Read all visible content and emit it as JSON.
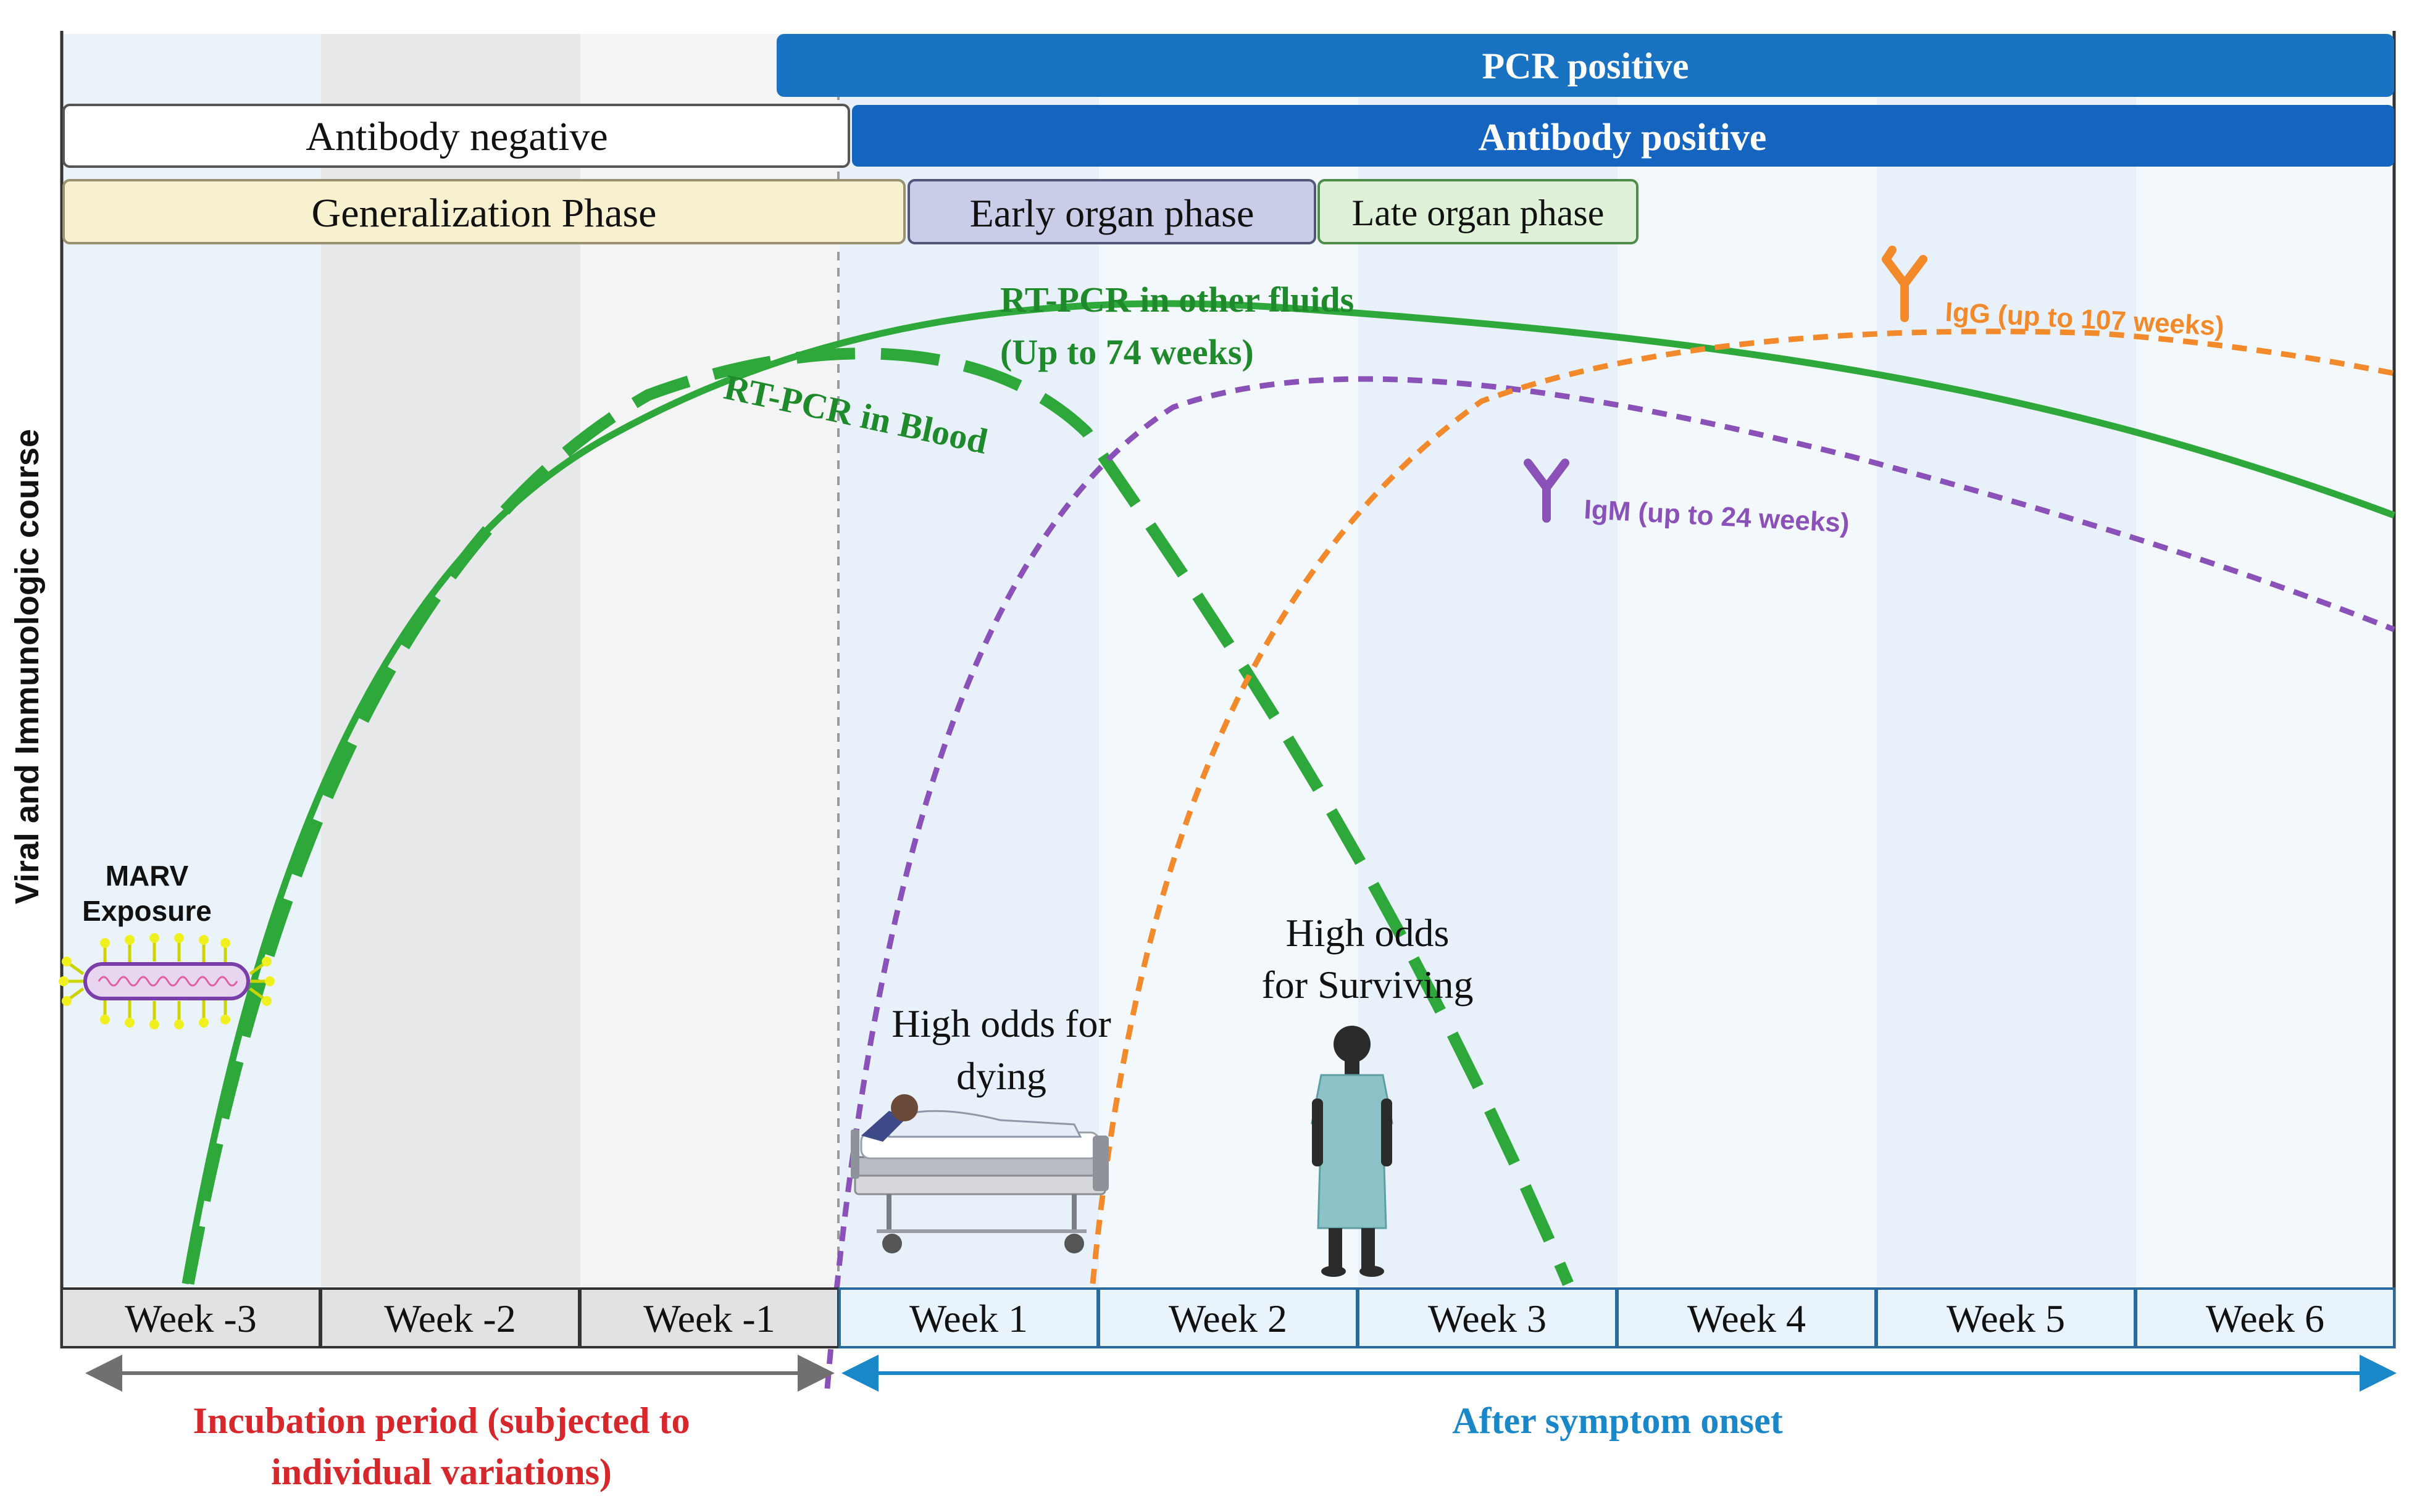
{
  "y_axis_label": "Viral and Immunologic course",
  "bars": {
    "pcr_positive": "PCR positive",
    "antibody_negative": "Antibody negative",
    "antibody_positive": "Antibody positive",
    "generalization_phase": "Generalization Phase",
    "early_organ_phase": "Early organ phase",
    "late_organ_phase": "Late organ phase"
  },
  "curves": {
    "rtpcr_other_line1": "RT-PCR in other fluids",
    "rtpcr_other_line2": "(Up to 74 weeks)",
    "rtpcr_blood": "RT-PCR in Blood",
    "igg": "IgG (up to 107 weeks)",
    "igm": "IgM (up to 24 weeks)"
  },
  "exposure": {
    "line1": "MARV",
    "line2": "Exposure"
  },
  "patients": {
    "dying_line1": "High odds for",
    "dying_line2": "dying",
    "surviving_line1": "High odds",
    "surviving_line2": "for  Surviving"
  },
  "weeks": [
    "Week -3",
    "Week -2",
    "Week -1",
    "Week 1",
    "Week 2",
    "Week 3",
    "Week 4",
    "Week 5",
    "Week 6"
  ],
  "periods": {
    "incubation_line1": "Incubation period (subjected to",
    "incubation_line2": "individual variations)",
    "after_onset": "After symptom onset"
  },
  "colors": {
    "pcr_bar": "#1a73c2",
    "antibody_pos_bar": "#1565c0",
    "generalization": "#f7f1cf",
    "early_organ": "#c9cde8",
    "late_organ": "#dff2d8",
    "rtpcr_green": "#2ea83a",
    "igg_orange": "#f28a2c",
    "igm_purple": "#8a52b8",
    "incubation_red": "#d6282c",
    "onset_blue": "#1a87c8"
  }
}
